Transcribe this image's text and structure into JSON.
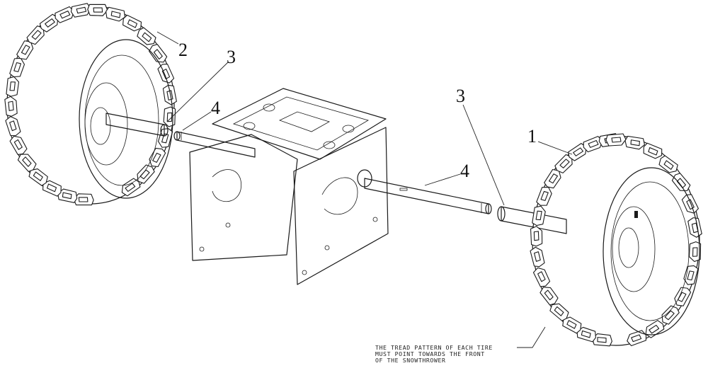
{
  "callouts": {
    "c1": "1",
    "c2": "2",
    "c3_left": "3",
    "c3_right": "3",
    "c4_left": "4",
    "c4_right": "4"
  },
  "note": {
    "line1": "THE TREAD PATTERN OF EACH TIRE",
    "line2": "MUST POINT TOWARDS THE FRONT",
    "line3": "OF THE SNOWTHROWER"
  }
}
